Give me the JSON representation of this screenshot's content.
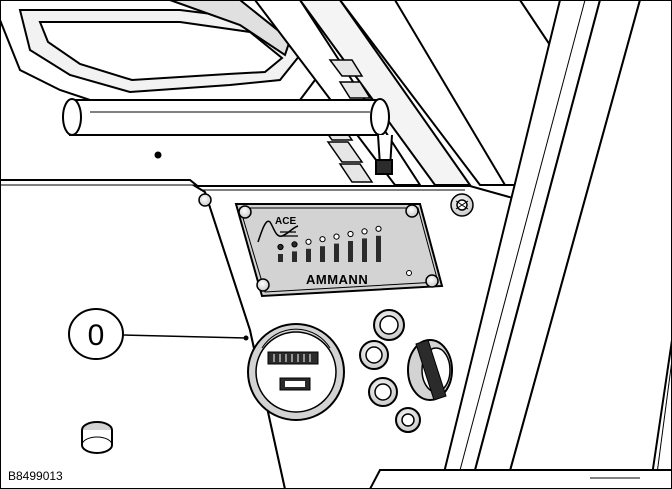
{
  "figure": {
    "code": "B8499013",
    "callout_number": "0"
  },
  "panel": {
    "logo_text": "ACE",
    "brand_text": "AMMANN"
  },
  "colors": {
    "line": "#000000",
    "fill": "#ffffff",
    "panel_fill": "#d3d3d3",
    "shade": "#bdbdbd",
    "dark": "#2b2b2b"
  },
  "icons": {
    "callout": "circle-callout-icon",
    "screw": "screw-icon",
    "led": "led-indicator-icon",
    "meter": "hour-meter-icon"
  },
  "led_bar": {
    "segments": 8,
    "lit": 6
  }
}
